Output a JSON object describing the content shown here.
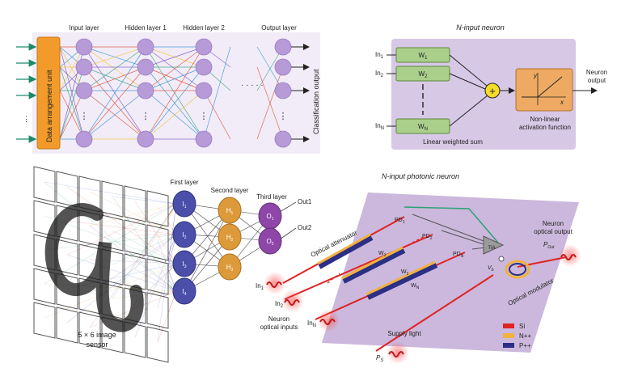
{
  "colors": {
    "panel_purple": "#d7c8e6",
    "node_purple": "#b79ad8",
    "data_unit_orange": "#f29b2a",
    "weight_green": "#a9cf8a",
    "act_orange": "#eeaa63",
    "sum_yellow": "#f5dc2a",
    "first_layer_blue": "#4b4faa",
    "second_layer_orange": "#dd9a3a",
    "third_layer_purple": "#8e46a8",
    "chip_lavender": "#cbb8dc",
    "si_red": "#e02323",
    "npp_yellow": "#f0b23c",
    "ppp_navy": "#2c2f86"
  },
  "fig_a": {
    "data_unit_label": "Data arrangement unit",
    "input_layer": "Input layer",
    "hidden1": "Hidden layer 1",
    "hidden2": "Hidden layer 2",
    "output_layer": "Output layer",
    "classification": "Classification output"
  },
  "fig_b": {
    "title": "N-input neuron",
    "inputs": [
      "In",
      "In",
      "In"
    ],
    "input_subs": [
      "1",
      "2",
      "N"
    ],
    "weights": [
      "W",
      "W",
      "W"
    ],
    "weight_subs": [
      "1",
      "2",
      "N"
    ],
    "sum_symbol": "+",
    "act_y": "y",
    "act_x": "x",
    "act_caption_1": "Non-linear",
    "act_caption_2": "activation function",
    "linear_sum": "Linear weighted sum",
    "neuron_output_1": "Neuron",
    "neuron_output_2": "output"
  },
  "fig_c": {
    "sensor_caption_1": "5 × 6 image",
    "sensor_caption_2": "sensor",
    "first_layer": "First layer",
    "second_layer": "Second layer",
    "third_layer": "Third layer",
    "first_nodes": [
      "I",
      "I",
      "I",
      "I"
    ],
    "first_subs": [
      "1",
      "2",
      "3",
      "4"
    ],
    "second_nodes": [
      "H",
      "H",
      "H"
    ],
    "second_subs": [
      "1",
      "2",
      "3"
    ],
    "third_nodes": [
      "O",
      "O"
    ],
    "third_subs": [
      "1",
      "2"
    ],
    "out1": "Out1",
    "out2": "Out2"
  },
  "fig_d": {
    "title": "N-input photonic neuron",
    "optical_attenuator": "Optical attenuator",
    "pd": [
      "PD",
      "PD",
      "PD"
    ],
    "pd_subs": [
      "1",
      "2",
      "N"
    ],
    "tia": "TIA",
    "vb": "V",
    "vb_sub": "b",
    "weights": [
      "W",
      "W",
      "W"
    ],
    "weight_subs": [
      "1",
      "2",
      "N"
    ],
    "inputs": [
      "In",
      "In",
      "In"
    ],
    "input_subs": [
      "1",
      "2",
      "N"
    ],
    "neuron_inputs_1": "Neuron",
    "neuron_inputs_2": "optical inputs",
    "supply_light": "Supply light",
    "ps": "P",
    "ps_sub": "S",
    "neuron_output_1": "Neuron",
    "neuron_output_2": "optical output",
    "pout": "P",
    "pout_sub": "Out",
    "optical_modulator": "Optical modulator",
    "legend": [
      {
        "label": "Si",
        "color": "#e02323"
      },
      {
        "label": "N++",
        "color": "#f0b23c"
      },
      {
        "label": "P++",
        "color": "#2c2f86"
      }
    ]
  }
}
